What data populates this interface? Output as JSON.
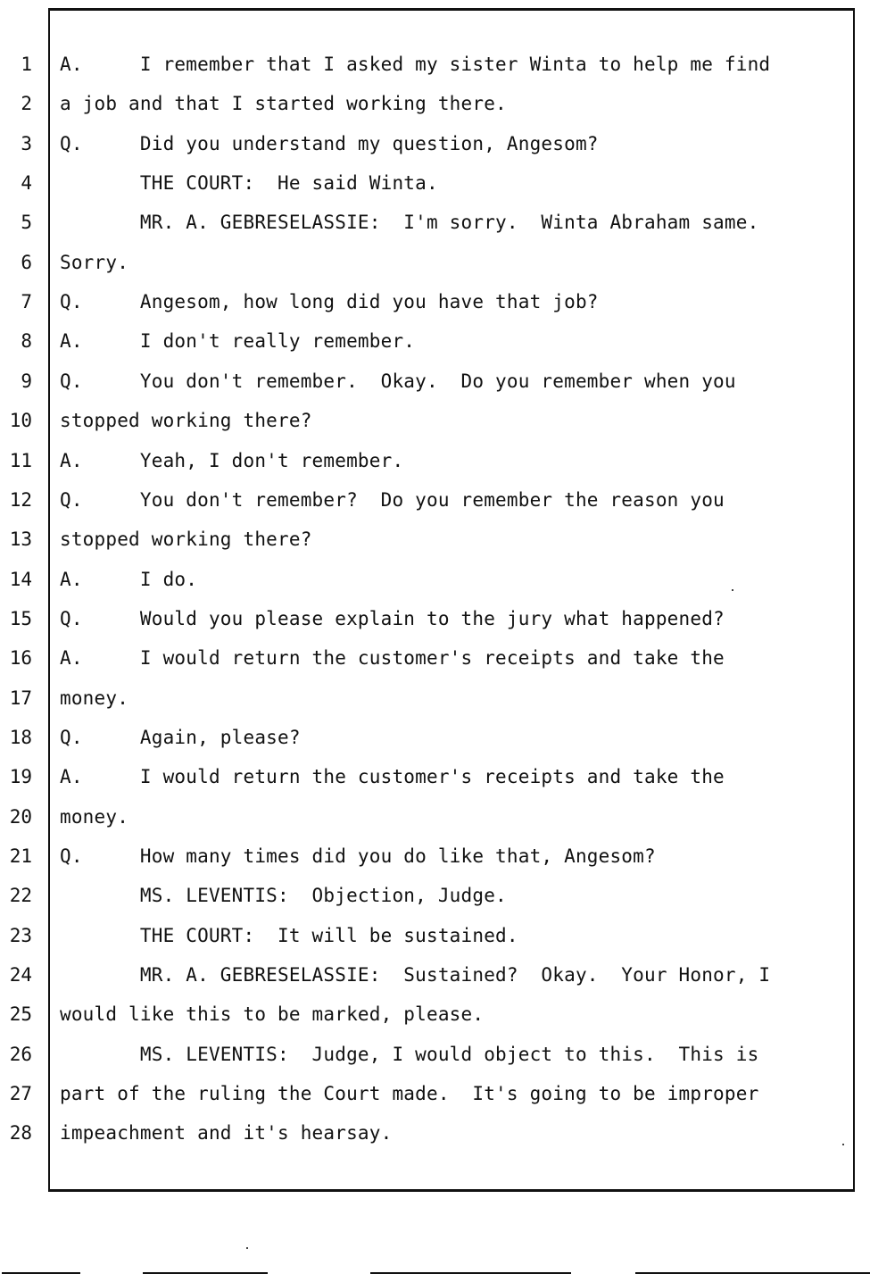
{
  "document": {
    "type": "court transcript page",
    "lines": [
      {
        "num": "1",
        "text": "A.     I remember that I asked my sister Winta to help me find"
      },
      {
        "num": "2",
        "text": "a job and that I started working there."
      },
      {
        "num": "3",
        "text": "Q.     Did you understand my question, Angesom?"
      },
      {
        "num": "4",
        "text": "       THE COURT:  He said Winta."
      },
      {
        "num": "5",
        "text": "       MR. A. GEBRESELASSIE:  I'm sorry.  Winta Abraham same."
      },
      {
        "num": "6",
        "text": "Sorry."
      },
      {
        "num": "7",
        "text": "Q.     Angesom, how long did you have that job?"
      },
      {
        "num": "8",
        "text": "A.     I don't really remember."
      },
      {
        "num": "9",
        "text": "Q.     You don't remember.  Okay.  Do you remember when you"
      },
      {
        "num": "10",
        "text": "stopped working there?"
      },
      {
        "num": "11",
        "text": "A.     Yeah, I don't remember."
      },
      {
        "num": "12",
        "text": "Q.     You don't remember?  Do you remember the reason you"
      },
      {
        "num": "13",
        "text": "stopped working there?"
      },
      {
        "num": "14",
        "text": "A.     I do."
      },
      {
        "num": "15",
        "text": "Q.     Would you please explain to the jury what happened?"
      },
      {
        "num": "16",
        "text": "A.     I would return the customer's receipts and take the"
      },
      {
        "num": "17",
        "text": "money."
      },
      {
        "num": "18",
        "text": "Q.     Again, please?"
      },
      {
        "num": "19",
        "text": "A.     I would return the customer's receipts and take the"
      },
      {
        "num": "20",
        "text": "money."
      },
      {
        "num": "21",
        "text": "Q.     How many times did you do like that, Angesom?"
      },
      {
        "num": "22",
        "text": "       MS. LEVENTIS:  Objection, Judge."
      },
      {
        "num": "23",
        "text": "       THE COURT:  It will be sustained."
      },
      {
        "num": "24",
        "text": "       MR. A. GEBRESELASSIE:  Sustained?  Okay.  Your Honor, I"
      },
      {
        "num": "25",
        "text": "would like this to be marked, please."
      },
      {
        "num": "26",
        "text": "       MS. LEVENTIS:  Judge, I would object to this.  This is"
      },
      {
        "num": "27",
        "text": "part of the ruling the Court made.  It's going to be improper"
      },
      {
        "num": "28",
        "text": "impeachment and it's hearsay."
      }
    ]
  }
}
